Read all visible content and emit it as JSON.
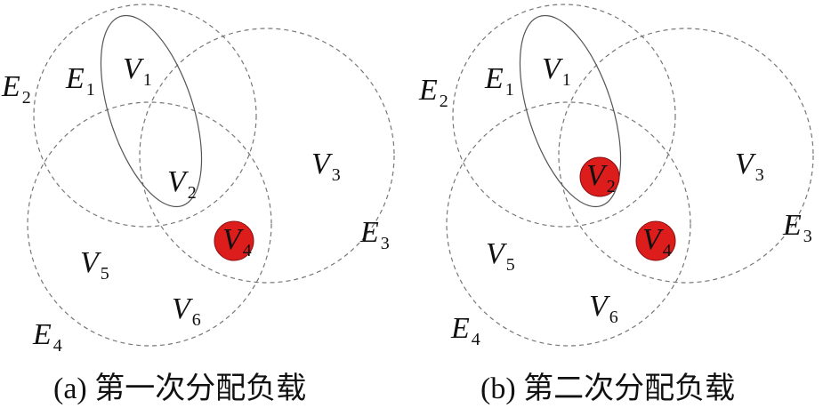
{
  "panels": [
    {
      "caption": "(a) 第一次分配负载",
      "vertices": [
        {
          "main": "V",
          "sub": "1",
          "highlighted": false
        },
        {
          "main": "V",
          "sub": "2",
          "highlighted": false
        },
        {
          "main": "V",
          "sub": "3",
          "highlighted": false
        },
        {
          "main": "V",
          "sub": "4",
          "highlighted": true
        },
        {
          "main": "V",
          "sub": "5",
          "highlighted": false
        },
        {
          "main": "V",
          "sub": "6",
          "highlighted": false
        }
      ],
      "edges": [
        {
          "main": "E",
          "sub": "1"
        },
        {
          "main": "E",
          "sub": "2"
        },
        {
          "main": "E",
          "sub": "3"
        },
        {
          "main": "E",
          "sub": "4"
        }
      ]
    },
    {
      "caption": "(b) 第二次分配负载",
      "vertices": [
        {
          "main": "V",
          "sub": "1",
          "highlighted": false
        },
        {
          "main": "V",
          "sub": "2",
          "highlighted": true
        },
        {
          "main": "V",
          "sub": "3",
          "highlighted": false
        },
        {
          "main": "V",
          "sub": "4",
          "highlighted": true
        },
        {
          "main": "V",
          "sub": "5",
          "highlighted": false
        },
        {
          "main": "V",
          "sub": "6",
          "highlighted": false
        }
      ],
      "edges": [
        {
          "main": "E",
          "sub": "1"
        },
        {
          "main": "E",
          "sub": "2"
        },
        {
          "main": "E",
          "sub": "3"
        },
        {
          "main": "E",
          "sub": "4"
        }
      ]
    }
  ],
  "colors": {
    "highlight_fill": "#dd1c1c",
    "highlight_stroke": "#8a1010",
    "dashed_stroke": "#777777",
    "solid_stroke": "#555555"
  }
}
